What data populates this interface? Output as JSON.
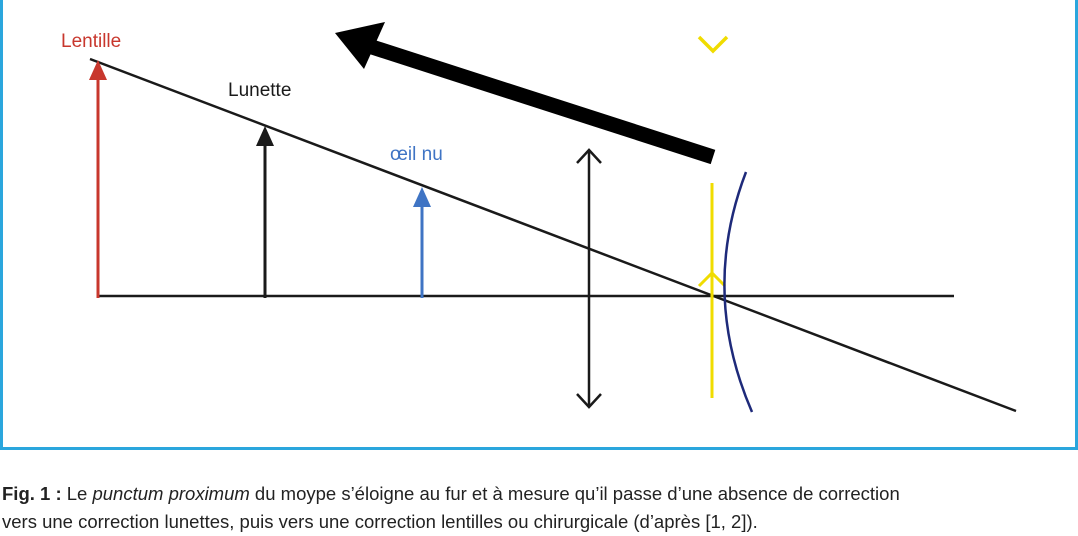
{
  "labels": {
    "lentille": "Lentille",
    "lunette": "Lunette",
    "oeil_nu": "œil nu"
  },
  "caption": {
    "label": "Fig. 1 :",
    "text_before": " Le ",
    "italic": "punctum proximum",
    "text_line1_after": " du moype s’éloigne au fur et à mesure qu’il passe d’une absence de correction",
    "text_line2": "vers une correction lunettes, puis vers une correction lentilles ou chirurgicale (d’après [1, 2])."
  },
  "colors": {
    "frame": "#2aa6dd",
    "lentille": "#c8372d",
    "lunette": "#1a1a1a",
    "oeil_nu": "#3f74c4",
    "cornea_mark": "#f0dc00",
    "cornea_curve": "#1e2a7a"
  }
}
